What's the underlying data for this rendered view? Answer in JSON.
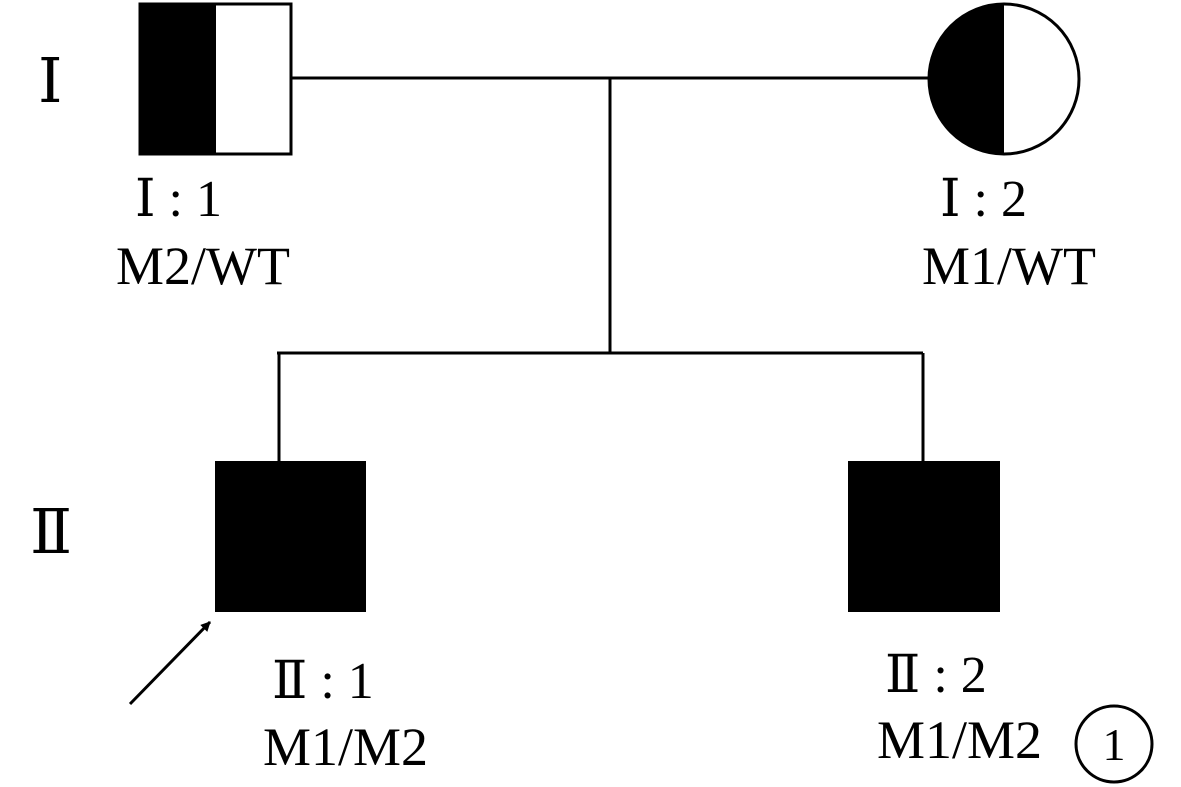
{
  "colors": {
    "ink": "#000000",
    "paper": "#ffffff"
  },
  "generations": [
    {
      "label": "Ⅰ"
    },
    {
      "label": "Ⅱ"
    }
  ],
  "individuals": [
    {
      "id_label": "Ⅰ : 1",
      "genotype": "M2/WT",
      "sex": "male",
      "status": "carrier"
    },
    {
      "id_label": "Ⅰ : 2",
      "genotype": "M1/WT",
      "sex": "female",
      "status": "carrier"
    },
    {
      "id_label": "Ⅱ : 1",
      "genotype": "M1/M2",
      "sex": "male",
      "status": "affected",
      "proband": true
    },
    {
      "id_label": "Ⅱ : 2",
      "genotype": "M1/M2",
      "sex": "male",
      "status": "affected"
    }
  ],
  "annotation": {
    "label": "1"
  }
}
